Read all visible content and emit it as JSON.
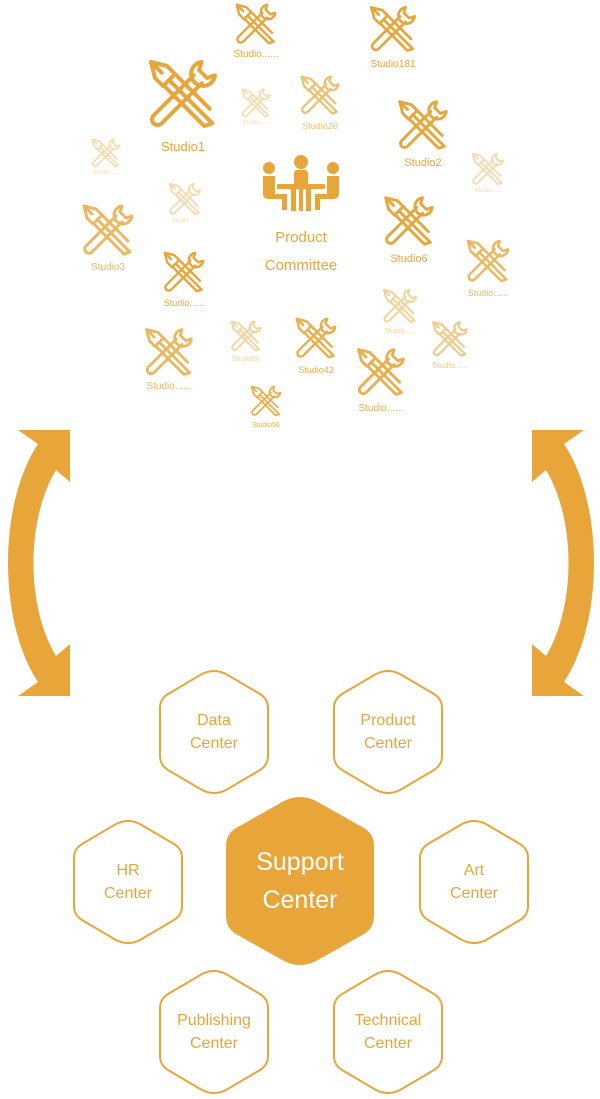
{
  "colors": {
    "accent": "#E8A63A",
    "hex_fill_center": "#E8A63A",
    "text_light": "#ffffff"
  },
  "committee": {
    "line1": "Product",
    "line2": "Committee",
    "icon": "meeting-people-icon"
  },
  "studios": [
    {
      "id": "studio-top-a",
      "label": "Studio......",
      "opacity": 1.0
    },
    {
      "id": "studio-181",
      "label": "Studio181",
      "opacity": 1.0
    },
    {
      "id": "studio-1",
      "label": "Studio1",
      "opacity": 1.0
    },
    {
      "id": "studio-faint-a",
      "label": "Studio......",
      "opacity": 0.4
    },
    {
      "id": "studio-26-top",
      "label": "Studio26",
      "opacity": 0.7
    },
    {
      "id": "studio-2",
      "label": "Studio2",
      "opacity": 1.0
    },
    {
      "id": "studio-faint-b",
      "label": "Studio......",
      "opacity": 0.4
    },
    {
      "id": "studio-faint-c",
      "label": "Studio......",
      "opacity": 0.4
    },
    {
      "id": "studio-faint-d",
      "label": "Studio......",
      "opacity": 0.4
    },
    {
      "id": "studio-3",
      "label": "Studio3",
      "opacity": 0.8
    },
    {
      "id": "studio-6",
      "label": "Studio6",
      "opacity": 1.0
    },
    {
      "id": "studio-left-mid",
      "label": "Studio......",
      "opacity": 1.0
    },
    {
      "id": "studio-right-mid",
      "label": "Studio......",
      "opacity": 0.8
    },
    {
      "id": "studio-right-faint",
      "label": "Studio......",
      "opacity": 0.5
    },
    {
      "id": "studio-right-lower",
      "label": "Studio......",
      "opacity": 0.6
    },
    {
      "id": "studio-26-low",
      "label": "Studio26",
      "opacity": 0.5
    },
    {
      "id": "studio-42",
      "label": "Studio42",
      "opacity": 0.9
    },
    {
      "id": "studio-lower-left",
      "label": "Studio......",
      "opacity": 0.8
    },
    {
      "id": "studio-lower-right",
      "label": "Studio......",
      "opacity": 0.9
    },
    {
      "id": "studio-56",
      "label": "Studio56",
      "opacity": 0.9
    }
  ],
  "centers": [
    {
      "id": "data-center",
      "line1": "Data",
      "line2": "Center"
    },
    {
      "id": "product-center",
      "line1": "Product",
      "line2": "Center"
    },
    {
      "id": "hr-center",
      "line1": "HR",
      "line2": "Center"
    },
    {
      "id": "support-center",
      "line1": "Support",
      "line2": "Center",
      "highlight": true
    },
    {
      "id": "art-center",
      "line1": "Art",
      "line2": "Center"
    },
    {
      "id": "publishing-center",
      "line1": "Publishing",
      "line2": "Center"
    },
    {
      "id": "technical-center",
      "line1": "Technical",
      "line2": "Center"
    }
  ],
  "arrows": [
    {
      "id": "left-double-arrow",
      "icon": "curved-double-arrow-icon"
    },
    {
      "id": "right-double-arrow",
      "icon": "curved-double-arrow-icon"
    }
  ]
}
